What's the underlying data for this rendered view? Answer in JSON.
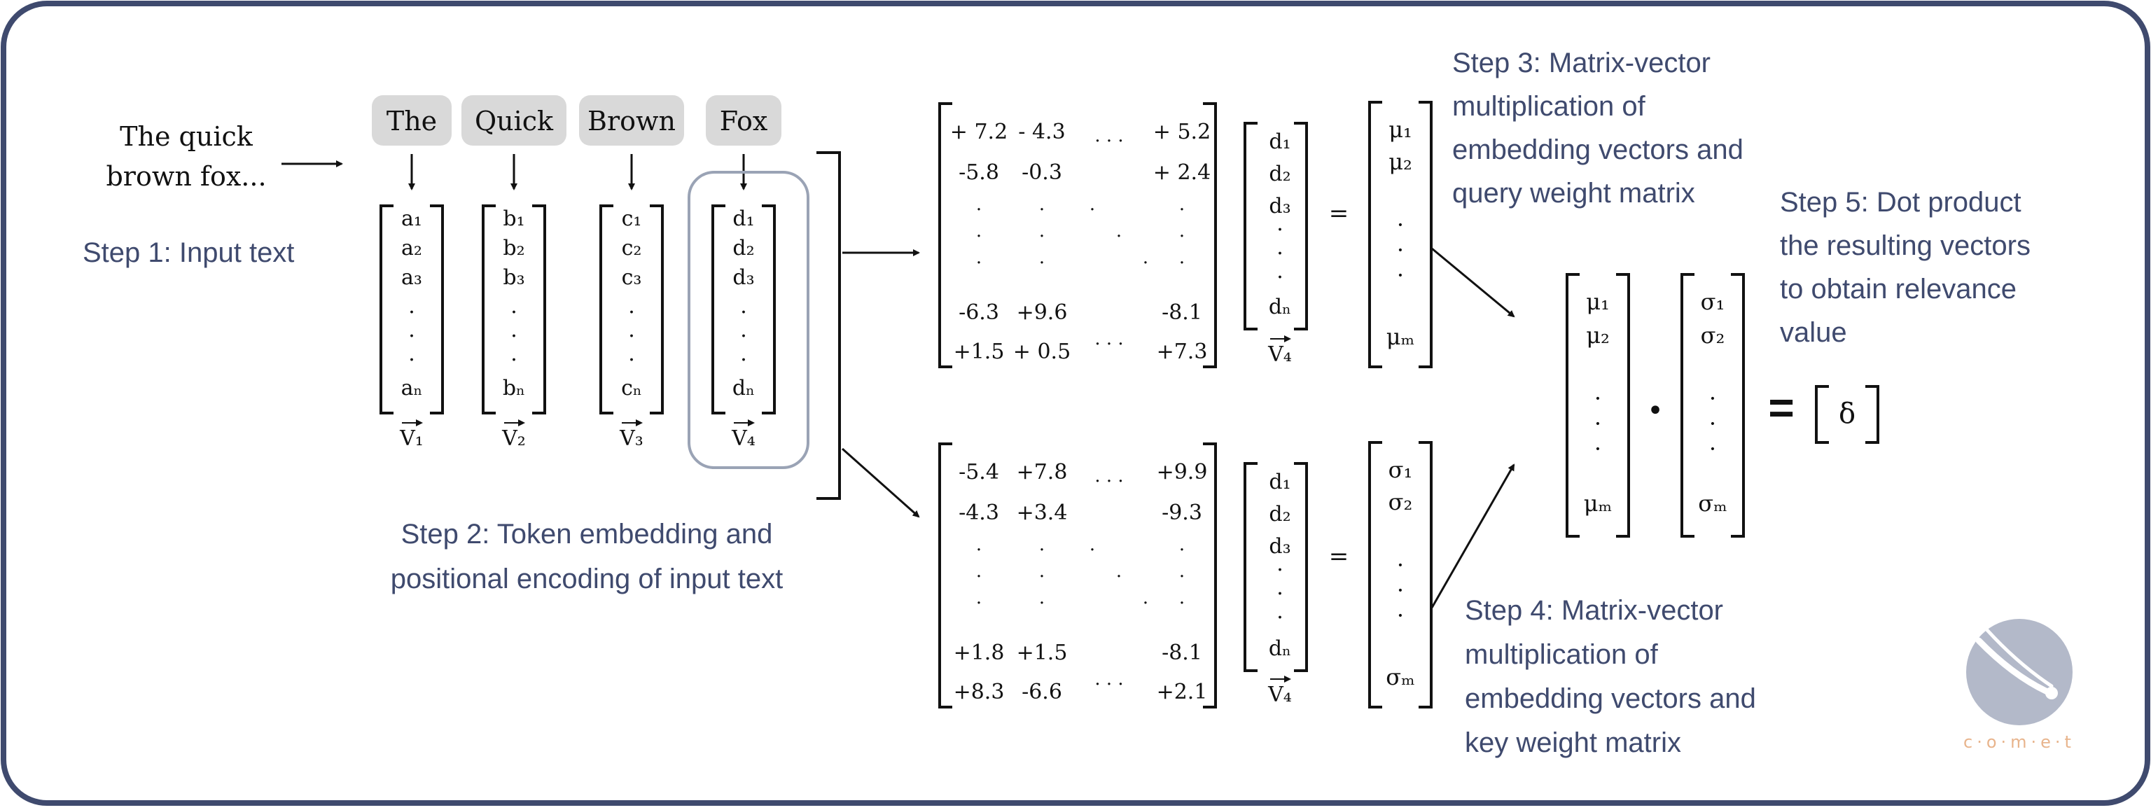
{
  "input_text": [
    "The quick",
    "brown fox..."
  ],
  "tokens": [
    "The",
    "Quick",
    "Brown",
    "Fox"
  ],
  "embeddings": [
    {
      "entries": [
        "a₁",
        "a₂",
        "a₃",
        "·",
        "·",
        "·",
        "aₙ"
      ],
      "label": "V₁"
    },
    {
      "entries": [
        "b₁",
        "b₂",
        "b₃",
        "·",
        "·",
        "·",
        "bₙ"
      ],
      "label": "V₂"
    },
    {
      "entries": [
        "c₁",
        "c₂",
        "c₃",
        "·",
        "·",
        "·",
        "cₙ"
      ],
      "label": "V₃"
    },
    {
      "entries": [
        "d₁",
        "d₂",
        "d₃",
        "·",
        "·",
        "·",
        "dₙ"
      ],
      "label": "V₄"
    }
  ],
  "query_matrix": {
    "first_rows": [
      [
        "+ 7.2",
        "- 4.3",
        "+ 5.2"
      ],
      [
        "-5.8",
        "-0.3",
        "+ 2.4"
      ]
    ],
    "last_rows": [
      [
        "-6.3",
        "+9.6",
        "-8.1"
      ],
      [
        "+1.5",
        "+ 0.5",
        "+7.3"
      ]
    ]
  },
  "key_matrix": {
    "first_rows": [
      [
        "-5.4",
        "+7.8",
        "+9.9"
      ],
      [
        "-4.3",
        "+3.4",
        "-9.3"
      ]
    ],
    "last_rows": [
      [
        "+1.8",
        "+1.5",
        "-8.1"
      ],
      [
        "+8.3",
        "-6.6",
        "+2.1"
      ]
    ]
  },
  "vector_d": {
    "entries": [
      "d₁",
      "d₂",
      "d₃",
      "·",
      "·",
      "·",
      "dₙ"
    ],
    "label": "V₄"
  },
  "mu_vector": [
    "μ₁",
    "μ₂",
    "·",
    "·",
    "·",
    "μₘ"
  ],
  "sigma_vector": [
    "σ₁",
    "σ₂",
    "·",
    "·",
    "·",
    "σₘ"
  ],
  "equals_sign": "=",
  "dot_symbol": "•",
  "result_symbol": "δ",
  "steps": {
    "step1": [
      "Step 1: Input text"
    ],
    "step2": [
      "Step 2: Token embedding and",
      "positional encoding of input text"
    ],
    "step3": [
      "Step 3: Matrix-vector",
      "multiplication of",
      "embedding vectors and",
      "query weight matrix"
    ],
    "step4": [
      "Step 4: Matrix-vector",
      "multiplication of",
      "embedding vectors and",
      "key weight matrix"
    ],
    "step5": [
      "Step 5: Dot product",
      "the resulting vectors",
      "to obtain relevance",
      "value"
    ]
  },
  "logo": {
    "text": "c·o·m·e·t",
    "color": "#e8b48c",
    "disc_color": "#b3b9c9"
  },
  "colors": {
    "accent": "#3f4a6e",
    "token_bg": "#d9d9d9",
    "highlight": "#9aa3b5",
    "ink": "#111111"
  }
}
